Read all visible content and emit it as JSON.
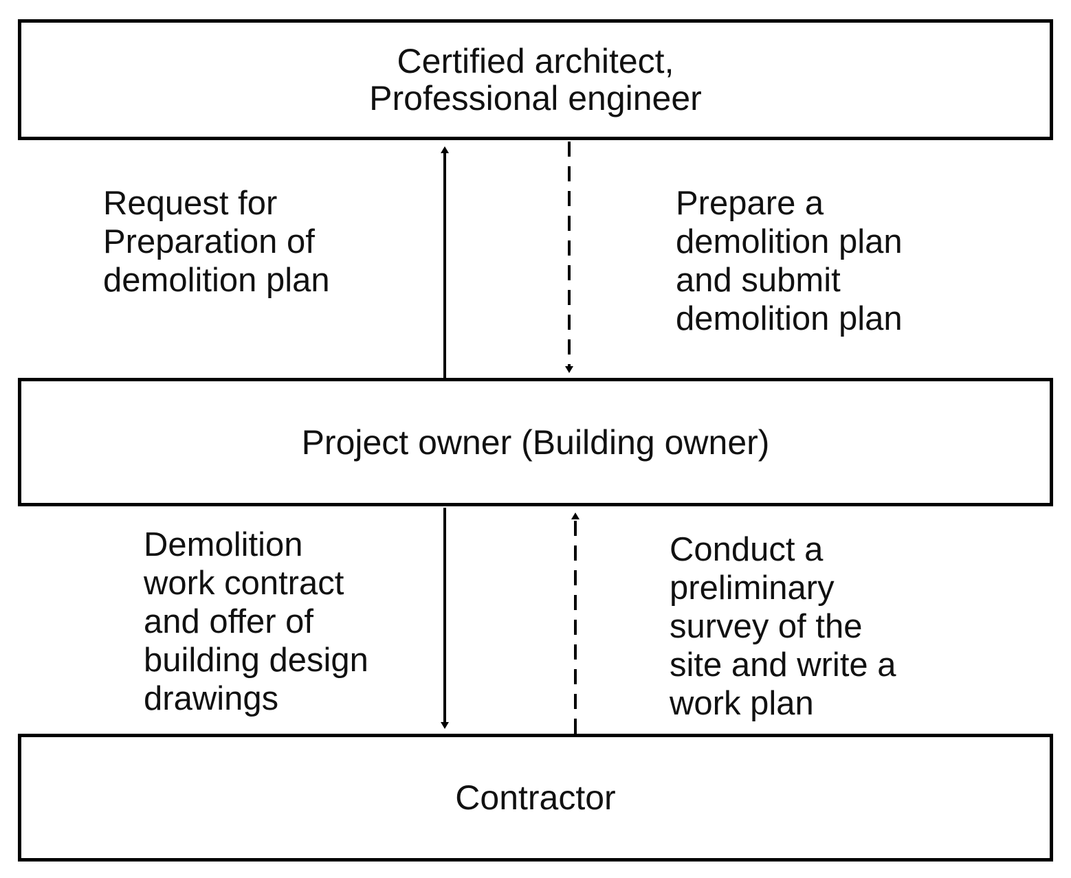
{
  "boxes": {
    "architect": "Certified architect,\nProfessional engineer",
    "owner": "Project owner (Building owner)",
    "contractor": "Contractor"
  },
  "labels": {
    "request": "Request for\nPreparation of\ndemolition plan",
    "prepare": "Prepare a\ndemolition plan\nand submit\ndemolition plan",
    "contract": "Demolition\nwork contract\nand offer of\nbuilding design\ndrawings",
    "survey": "Conduct a\npreliminary\nsurvey of the\nsite and write a\nwork plan"
  },
  "arrows": [
    {
      "name": "request-arrow",
      "from": "owner",
      "to": "architect",
      "style": "solid"
    },
    {
      "name": "prepare-arrow",
      "from": "architect",
      "to": "owner",
      "style": "dashed"
    },
    {
      "name": "contract-arrow",
      "from": "owner",
      "to": "contractor",
      "style": "solid"
    },
    {
      "name": "survey-arrow",
      "from": "contractor",
      "to": "owner",
      "style": "dashed"
    }
  ]
}
